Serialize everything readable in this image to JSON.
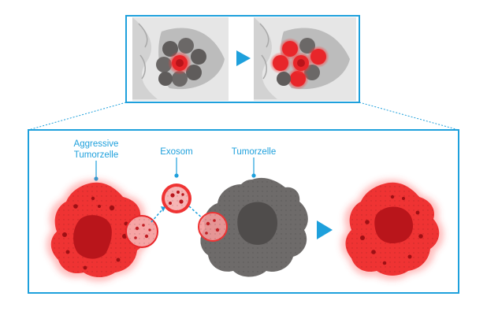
{
  "labels": {
    "aggressive_line1": "Aggressive",
    "aggressive_line2": "Tumorzelle",
    "exosome": "Exosom",
    "tumor_cell": "Tumorzelle"
  },
  "colors": {
    "frame_blue": "#1ea0dc",
    "aggressive_red": "#e8262a",
    "tumor_gray": "#6e6b6a",
    "tissue_gray": "#c8c8c8"
  },
  "icons": {
    "arrow_top": "play-arrow-icon",
    "arrow_bottom": "play-arrow-icon"
  }
}
